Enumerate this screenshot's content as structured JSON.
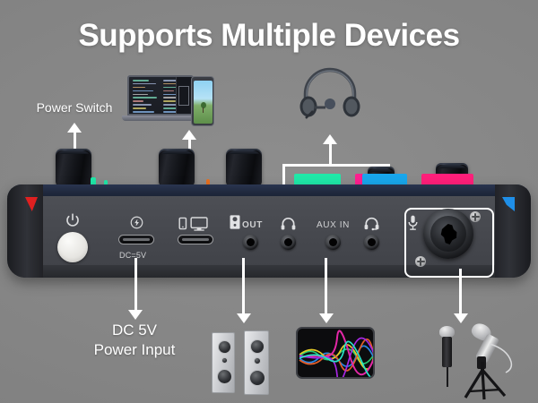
{
  "title": "Supports Multiple Devices",
  "background": {
    "color": "#868686"
  },
  "device": {
    "name": "audio-mixer-rear-panel",
    "accents": {
      "left": "#e02020",
      "right": "#1f8fe8"
    },
    "top_strip_color": "#222c42",
    "knobs": [
      {
        "name": "knob-1",
        "color": "#15171c"
      },
      {
        "name": "knob-2",
        "color": "#15171c"
      },
      {
        "name": "knob-3",
        "color": "#15171c"
      },
      {
        "name": "knob-4",
        "color": "#15171c"
      },
      {
        "name": "knob-5",
        "color": "#15171c"
      }
    ],
    "pads": [
      {
        "name": "pad-teal",
        "color": "#1fe8a8"
      },
      {
        "name": "pad-pink-sm",
        "color": "#ff1f8f"
      },
      {
        "name": "pad-blue",
        "color": "#18a6ec"
      },
      {
        "name": "pad-magenta",
        "color": "#ff1f7a"
      }
    ],
    "indicators": [
      {
        "name": "indicator-teal-1",
        "color": "#1fe8a8"
      },
      {
        "name": "indicator-teal-2",
        "color": "#1fe8a8"
      },
      {
        "name": "indicator-orange",
        "color": "#e8701f"
      }
    ],
    "ports": [
      {
        "name": "power-button",
        "label": "",
        "icon": "power-icon"
      },
      {
        "name": "dc-in-port",
        "label": "DC=5V",
        "icon": "lightning-bolt-icon"
      },
      {
        "name": "usb-data-port",
        "label": "",
        "icon": "phone-monitor-icon"
      },
      {
        "name": "monitor-out-jack",
        "label": "OUT",
        "icon": "monitor-speaker-icon"
      },
      {
        "name": "headphone-jack-1",
        "label": "",
        "icon": "headphone-icon"
      },
      {
        "name": "aux-in-jack",
        "label": "AUX IN",
        "icon": ""
      },
      {
        "name": "headphone-jack-2",
        "label": "",
        "icon": "headset-icon"
      },
      {
        "name": "xlr-combo-jack",
        "label": "",
        "icon": "microphone-icon"
      }
    ]
  },
  "annotations": {
    "power_switch": "Power Switch",
    "dc_power_line1": "DC 5V",
    "dc_power_line2": "Power Input"
  },
  "connected_devices": [
    {
      "name": "laptop-photo",
      "caption": ""
    },
    {
      "name": "smartphone-photo",
      "caption": ""
    },
    {
      "name": "headphones-photo",
      "caption": ""
    },
    {
      "name": "speakers-photo",
      "caption": ""
    },
    {
      "name": "tablet-photo",
      "caption": ""
    },
    {
      "name": "microphones-photo",
      "caption": ""
    }
  ]
}
